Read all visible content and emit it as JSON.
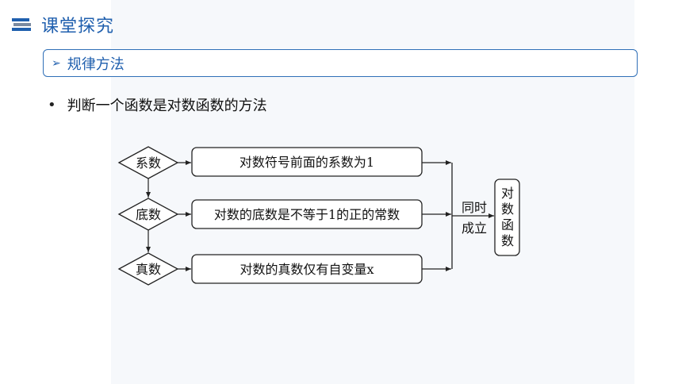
{
  "header": {
    "title": "课堂探究",
    "icon": "books-icon"
  },
  "section": {
    "arrow": "➢",
    "title": "规律方法"
  },
  "bullet": {
    "symbol": "•",
    "text": "判断一个函数是对数函数的方法"
  },
  "flowchart": {
    "diamonds": [
      "系数",
      "底数",
      "真数"
    ],
    "conditions": [
      "对数符号前面的系数为1",
      "对数的底数是不等于1的正的常数",
      "对数的真数仅有自变量x"
    ],
    "join_label_1": "同时",
    "join_label_2": "成立",
    "result": [
      "对",
      "数",
      "函",
      "数"
    ]
  },
  "colors": {
    "accent": "#1f5fae",
    "line": "#222222"
  }
}
